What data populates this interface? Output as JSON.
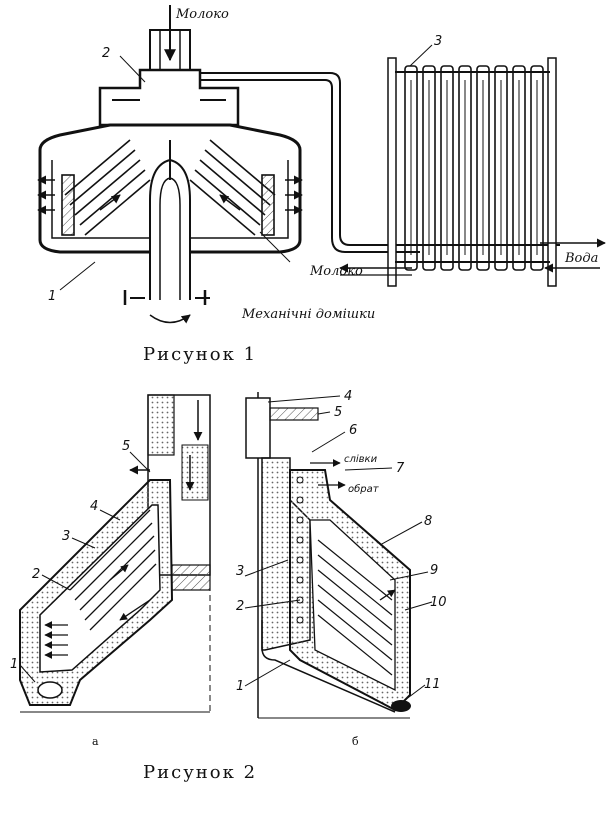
{
  "figure1": {
    "caption": "Рисунок 1",
    "labels": {
      "milk_in": "Молоко",
      "milk_out": "Молоко",
      "water": "Вода",
      "impurities": "Механічні домішки",
      "n1": "1",
      "n2": "2",
      "n3": "3"
    }
  },
  "figure2": {
    "caption": "Рисунок 2",
    "part_a": "а",
    "part_b": "б",
    "cream": "слівки",
    "skim": "обрат",
    "numbers_a": [
      "1",
      "2",
      "3",
      "4",
      "5"
    ],
    "numbers_b": [
      "1",
      "2",
      "3",
      "4",
      "5",
      "6",
      "7",
      "8",
      "9",
      "10",
      "11"
    ]
  }
}
